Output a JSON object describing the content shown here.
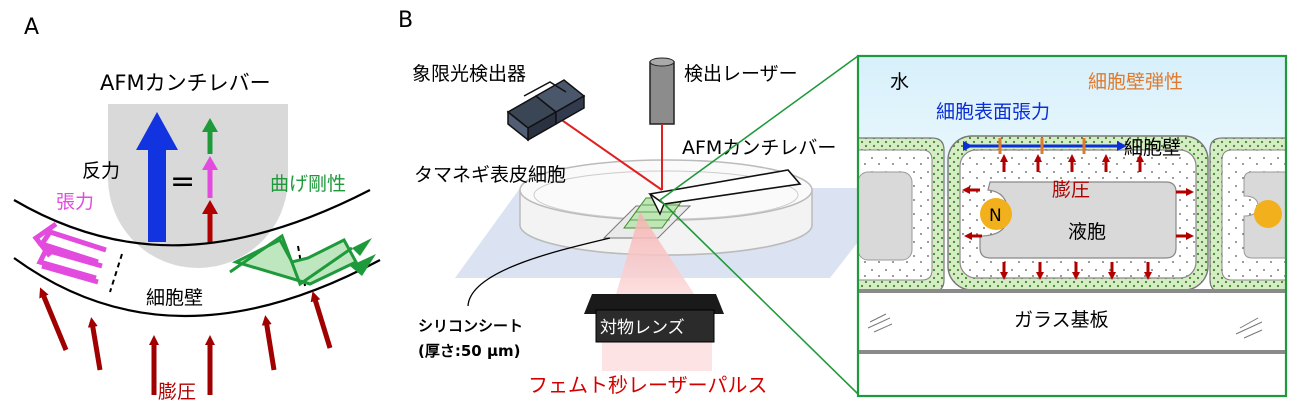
{
  "panelA": {
    "label": "A",
    "cantilever": "AFMカンチレバー",
    "reaction": "反力",
    "equals": "=",
    "tension": "張力",
    "bending": "曲げ剛性",
    "wall": "細胞壁",
    "turgor": "膨圧"
  },
  "panelB": {
    "label": "B",
    "detector": "象限光検出器",
    "laser": "検出レーザー",
    "cantilever": "AFMカンチレバー",
    "cells": "タマネギ表皮細胞",
    "sheet": "シリコンシート",
    "thickness": "(厚さ:50 μm)",
    "lens": "対物レンズ",
    "pulse": "フェムト秒レーザーパルス"
  },
  "inset": {
    "water": "水",
    "elasticity": "細胞壁弾性",
    "surfaceTension": "細胞表面張力",
    "wall": "細胞壁",
    "turgor": "膨圧",
    "nucleus": "N",
    "vacuole": "液胞",
    "glass": "ガラス基板"
  },
  "colors": {
    "red": "#b00000",
    "blue": "#0a2ed8",
    "green": "#1f9a3b",
    "magenta": "#e24bde",
    "orange": "#e07a2e",
    "gray": "#d9d9d9"
  }
}
